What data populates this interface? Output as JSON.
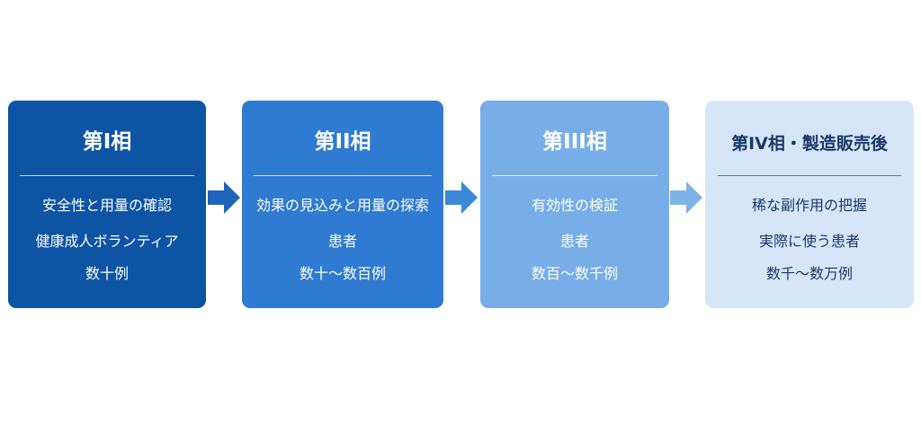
{
  "phases": [
    {
      "title": "第I相",
      "lines": [
        "安全性と用量の確認",
        "健康成人ボランティア",
        "数十例"
      ]
    },
    {
      "title": "第II相",
      "lines": [
        "効果の見込みと用量の探索",
        "患者",
        "数十～数百例"
      ]
    },
    {
      "title": "第III相",
      "lines": [
        "有効性の検証",
        "患者",
        "数百～数千例"
      ]
    },
    {
      "title": "第IV相・製造販売後",
      "lines": [
        "稀な副作用の把握",
        "実際に使う患者",
        "数千～数万例"
      ]
    }
  ],
  "colors": {
    "phase1": "#0d54a5",
    "phase2": "#2f7bd2",
    "phase3": "#78aee7",
    "phase4": "#d5e6f8",
    "arrow1": "#1c64b8",
    "arrow2": "#3c87d8",
    "arrow3": "#7fb3e8"
  },
  "icons": [
    "arrow-right-icon",
    "arrow-right-icon",
    "arrow-right-icon"
  ]
}
